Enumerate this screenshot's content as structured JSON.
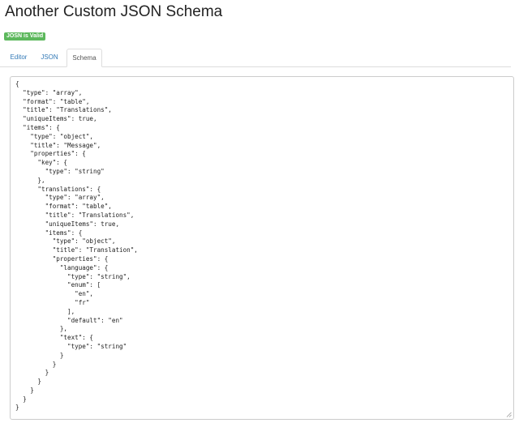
{
  "page": {
    "title": "Another Custom JSON Schema",
    "status_badge": "JOSN is Valid"
  },
  "tabs": [
    {
      "label": "Editor",
      "active": false
    },
    {
      "label": "JSON",
      "active": false
    },
    {
      "label": "Schema",
      "active": true
    }
  ],
  "schema_editor": {
    "content": "{\n  \"type\": \"array\",\n  \"format\": \"table\",\n  \"title\": \"Translations\",\n  \"uniqueItems\": true,\n  \"items\": {\n    \"type\": \"object\",\n    \"title\": \"Message\",\n    \"properties\": {\n      \"key\": {\n        \"type\": \"string\"\n      },\n      \"translations\": {\n        \"type\": \"array\",\n        \"format\": \"table\",\n        \"title\": \"Translations\",\n        \"uniqueItems\": true,\n        \"items\": {\n          \"type\": \"object\",\n          \"title\": \"Translation\",\n          \"properties\": {\n            \"language\": {\n              \"type\": \"string\",\n              \"enum\": [\n                \"en\",\n                \"fr\"\n              ],\n              \"default\": \"en\"\n            },\n            \"text\": {\n              \"type\": \"string\"\n            }\n          }\n        }\n      }\n    }\n  }\n}"
  },
  "colors": {
    "badge_background": "#5cb85c",
    "tab_link": "#337ab7",
    "active_tab_text": "#555555",
    "border": "#dddddd"
  },
  "icons": {
    "resize_handle": "resize-grip-icon"
  }
}
